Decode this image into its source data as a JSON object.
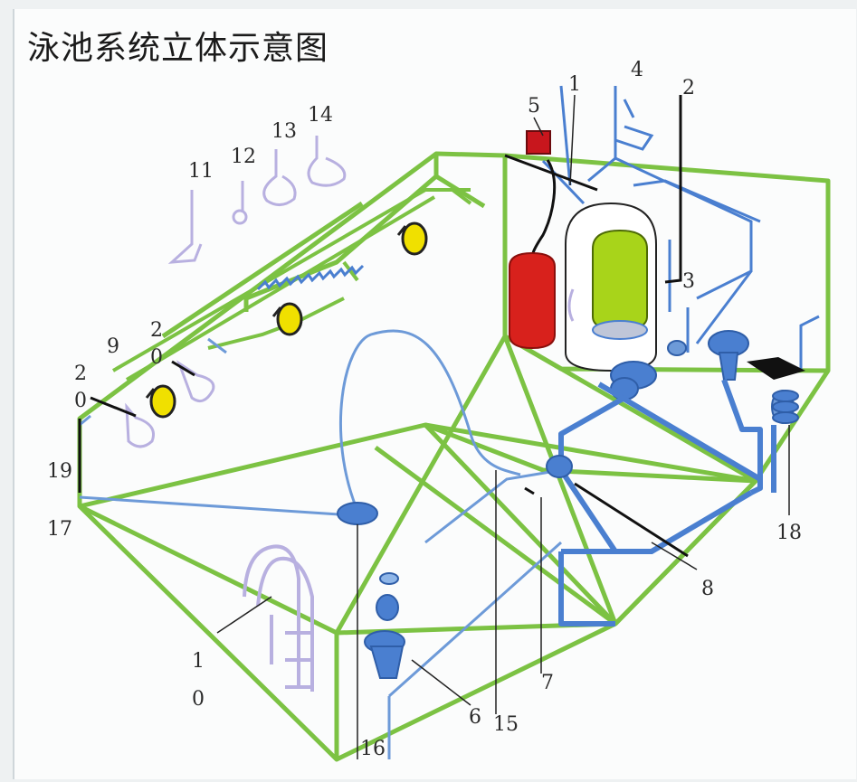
{
  "title": "泳池系统立体示意图",
  "labels": {
    "l1": "1",
    "l2": "2",
    "l3": "3",
    "l4": "4",
    "l5": "5",
    "l6": "6",
    "l7": "7",
    "l8": "8",
    "l9": "9",
    "l10a": "1",
    "l10b": "0",
    "l11": "11",
    "l12": "12",
    "l13": "13",
    "l14": "14",
    "l15": "15",
    "l16": "16",
    "l17": "17",
    "l18": "18",
    "l19": "19",
    "l20a": "2",
    "l20b": "0",
    "l20c": "2",
    "l20d": "0"
  },
  "colors": {
    "pool_frame": "#7cc243",
    "pipe": "#4a7fd0",
    "pipe_light": "#6d9ad8",
    "filter_tank": "#d8211c",
    "sterilizer": "#9ccb14",
    "control_box": "#c8161d",
    "ladder": "#b8b0e0",
    "light": "#f2e200"
  }
}
